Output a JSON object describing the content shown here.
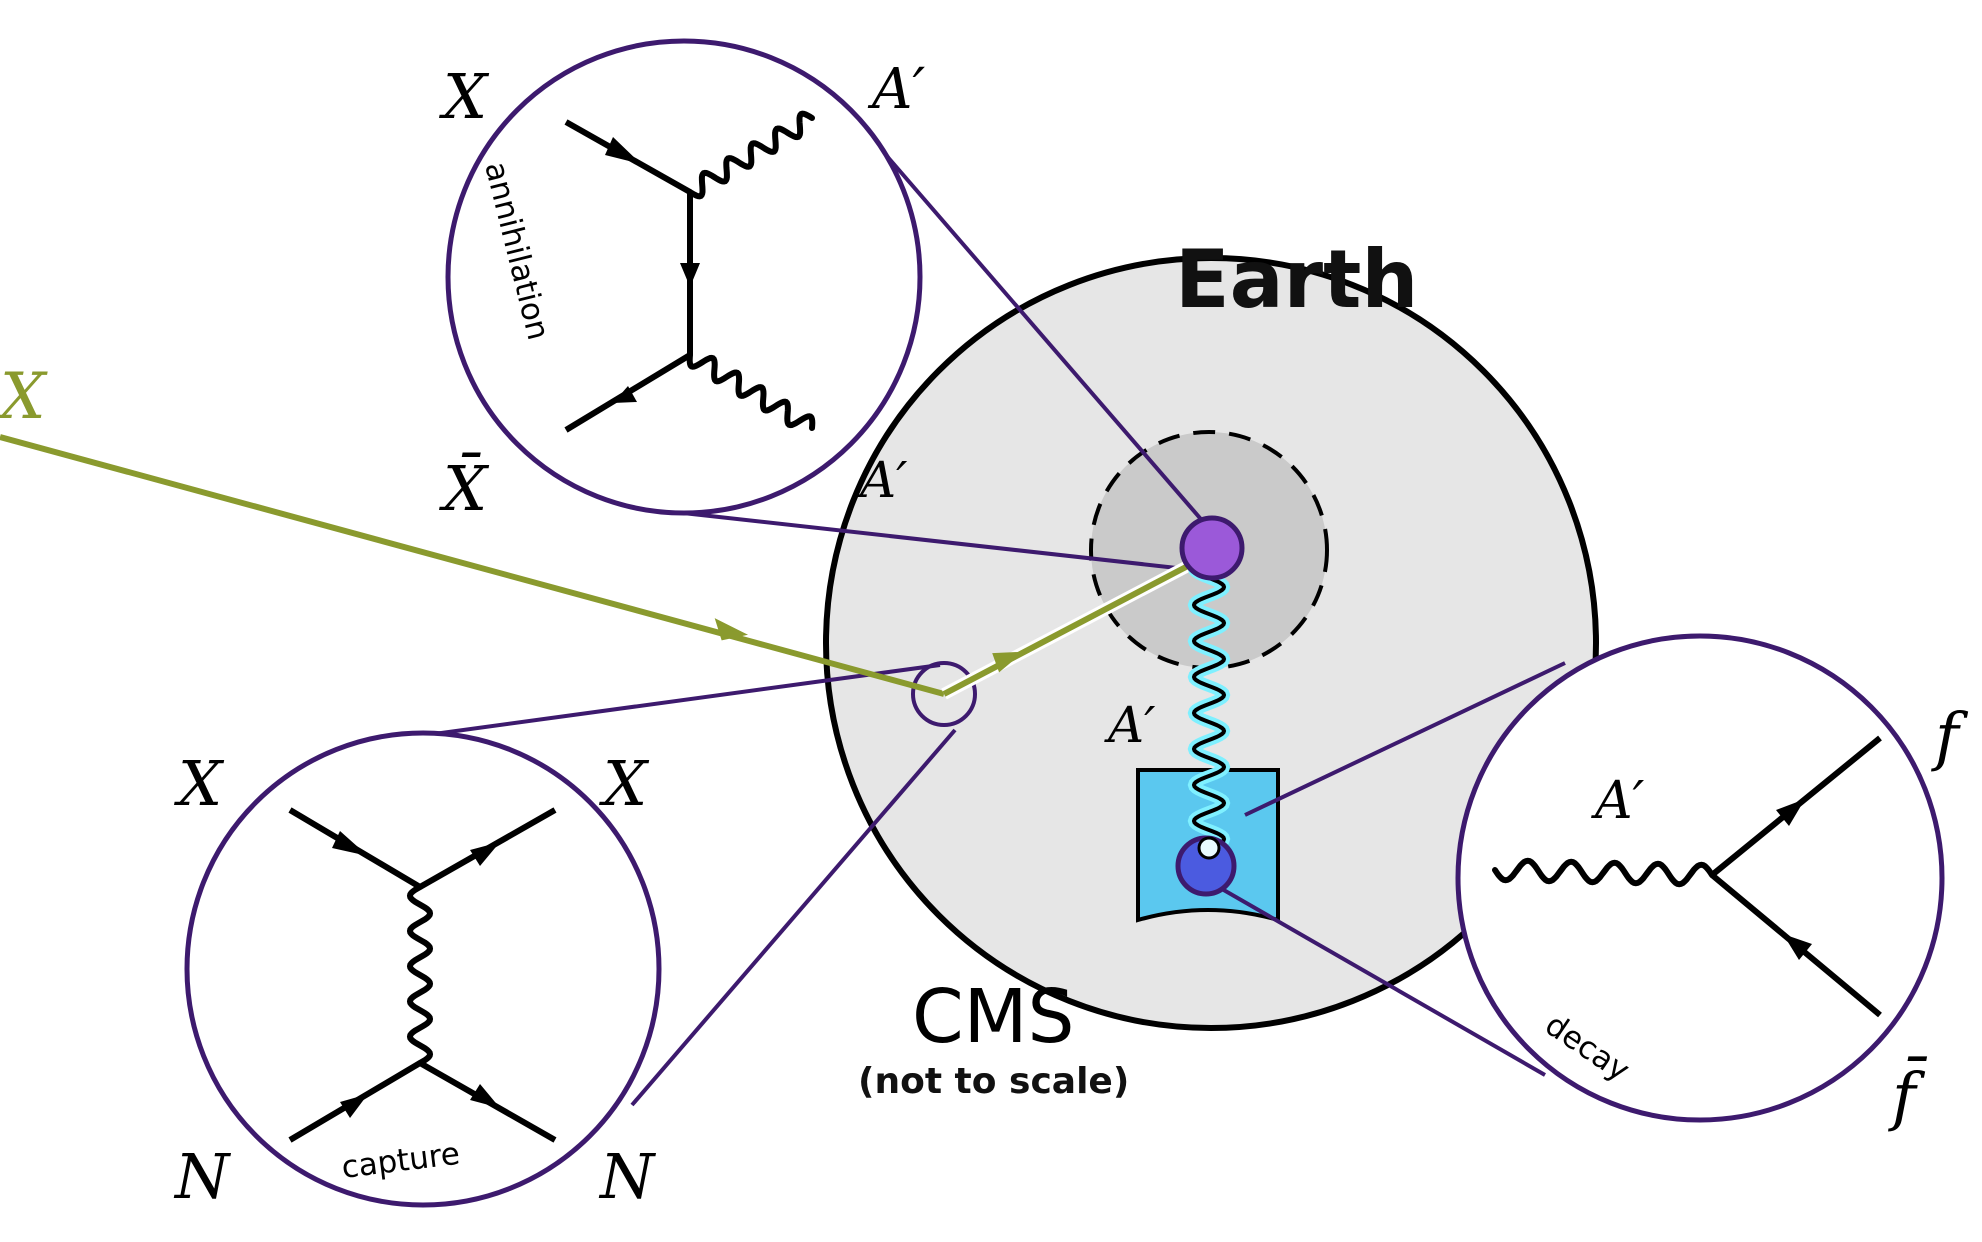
{
  "diagram": {
    "earth_label": "Earth",
    "detector_label": "CMS",
    "scale_note": "(not to scale)",
    "incoming_particle": "X",
    "mediator_labels": [
      "A′",
      "A′"
    ],
    "processes": {
      "annihilation": {
        "name": "annihilation",
        "in_top": "X",
        "in_bottom": "X̄",
        "out_top": "A′"
      },
      "capture": {
        "name": "capture",
        "top_left": "X",
        "top_right": "X",
        "bottom_left": "N",
        "bottom_right": "N"
      },
      "decay": {
        "name": "decay",
        "mediator": "A′",
        "out_top": "f",
        "out_bottom": "f̄"
      }
    },
    "colors": {
      "earth_fill": "#e6e6e6",
      "core_fill": "#cacaca",
      "dm_track": "#8a9a2e",
      "zoom_lines": "#3d1a6e",
      "annihilation_point": "#9b59d9",
      "detector_fill": "#5bc8ef",
      "decay_point": "#4b5be0",
      "glow": "#7ff0ff"
    }
  }
}
